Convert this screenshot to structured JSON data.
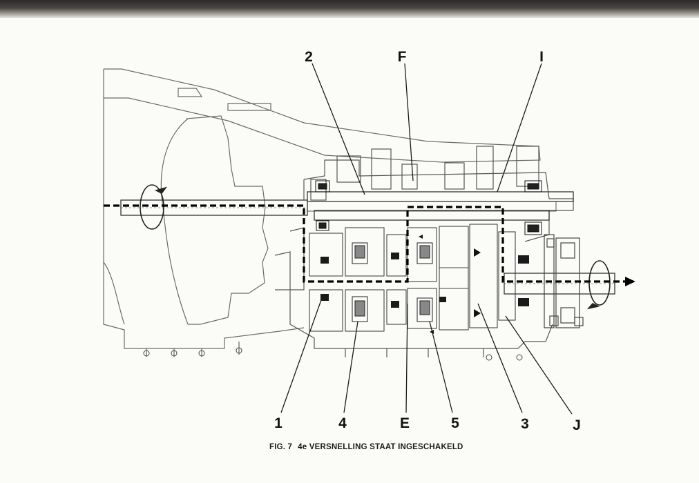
{
  "figure": {
    "caption_number": "FIG. 7",
    "caption_text": "4e VERSNELLING STAAT INGESCHAKELD"
  },
  "callouts": {
    "c2": "2",
    "cF": "F",
    "cI": "I",
    "c1": "1",
    "c4": "4",
    "cE": "E",
    "c5": "5",
    "c3": "3",
    "cJ": "J"
  },
  "colors": {
    "ink": "#1a1a1a",
    "power_path": "#000000",
    "paper": "#fbfbf8"
  }
}
